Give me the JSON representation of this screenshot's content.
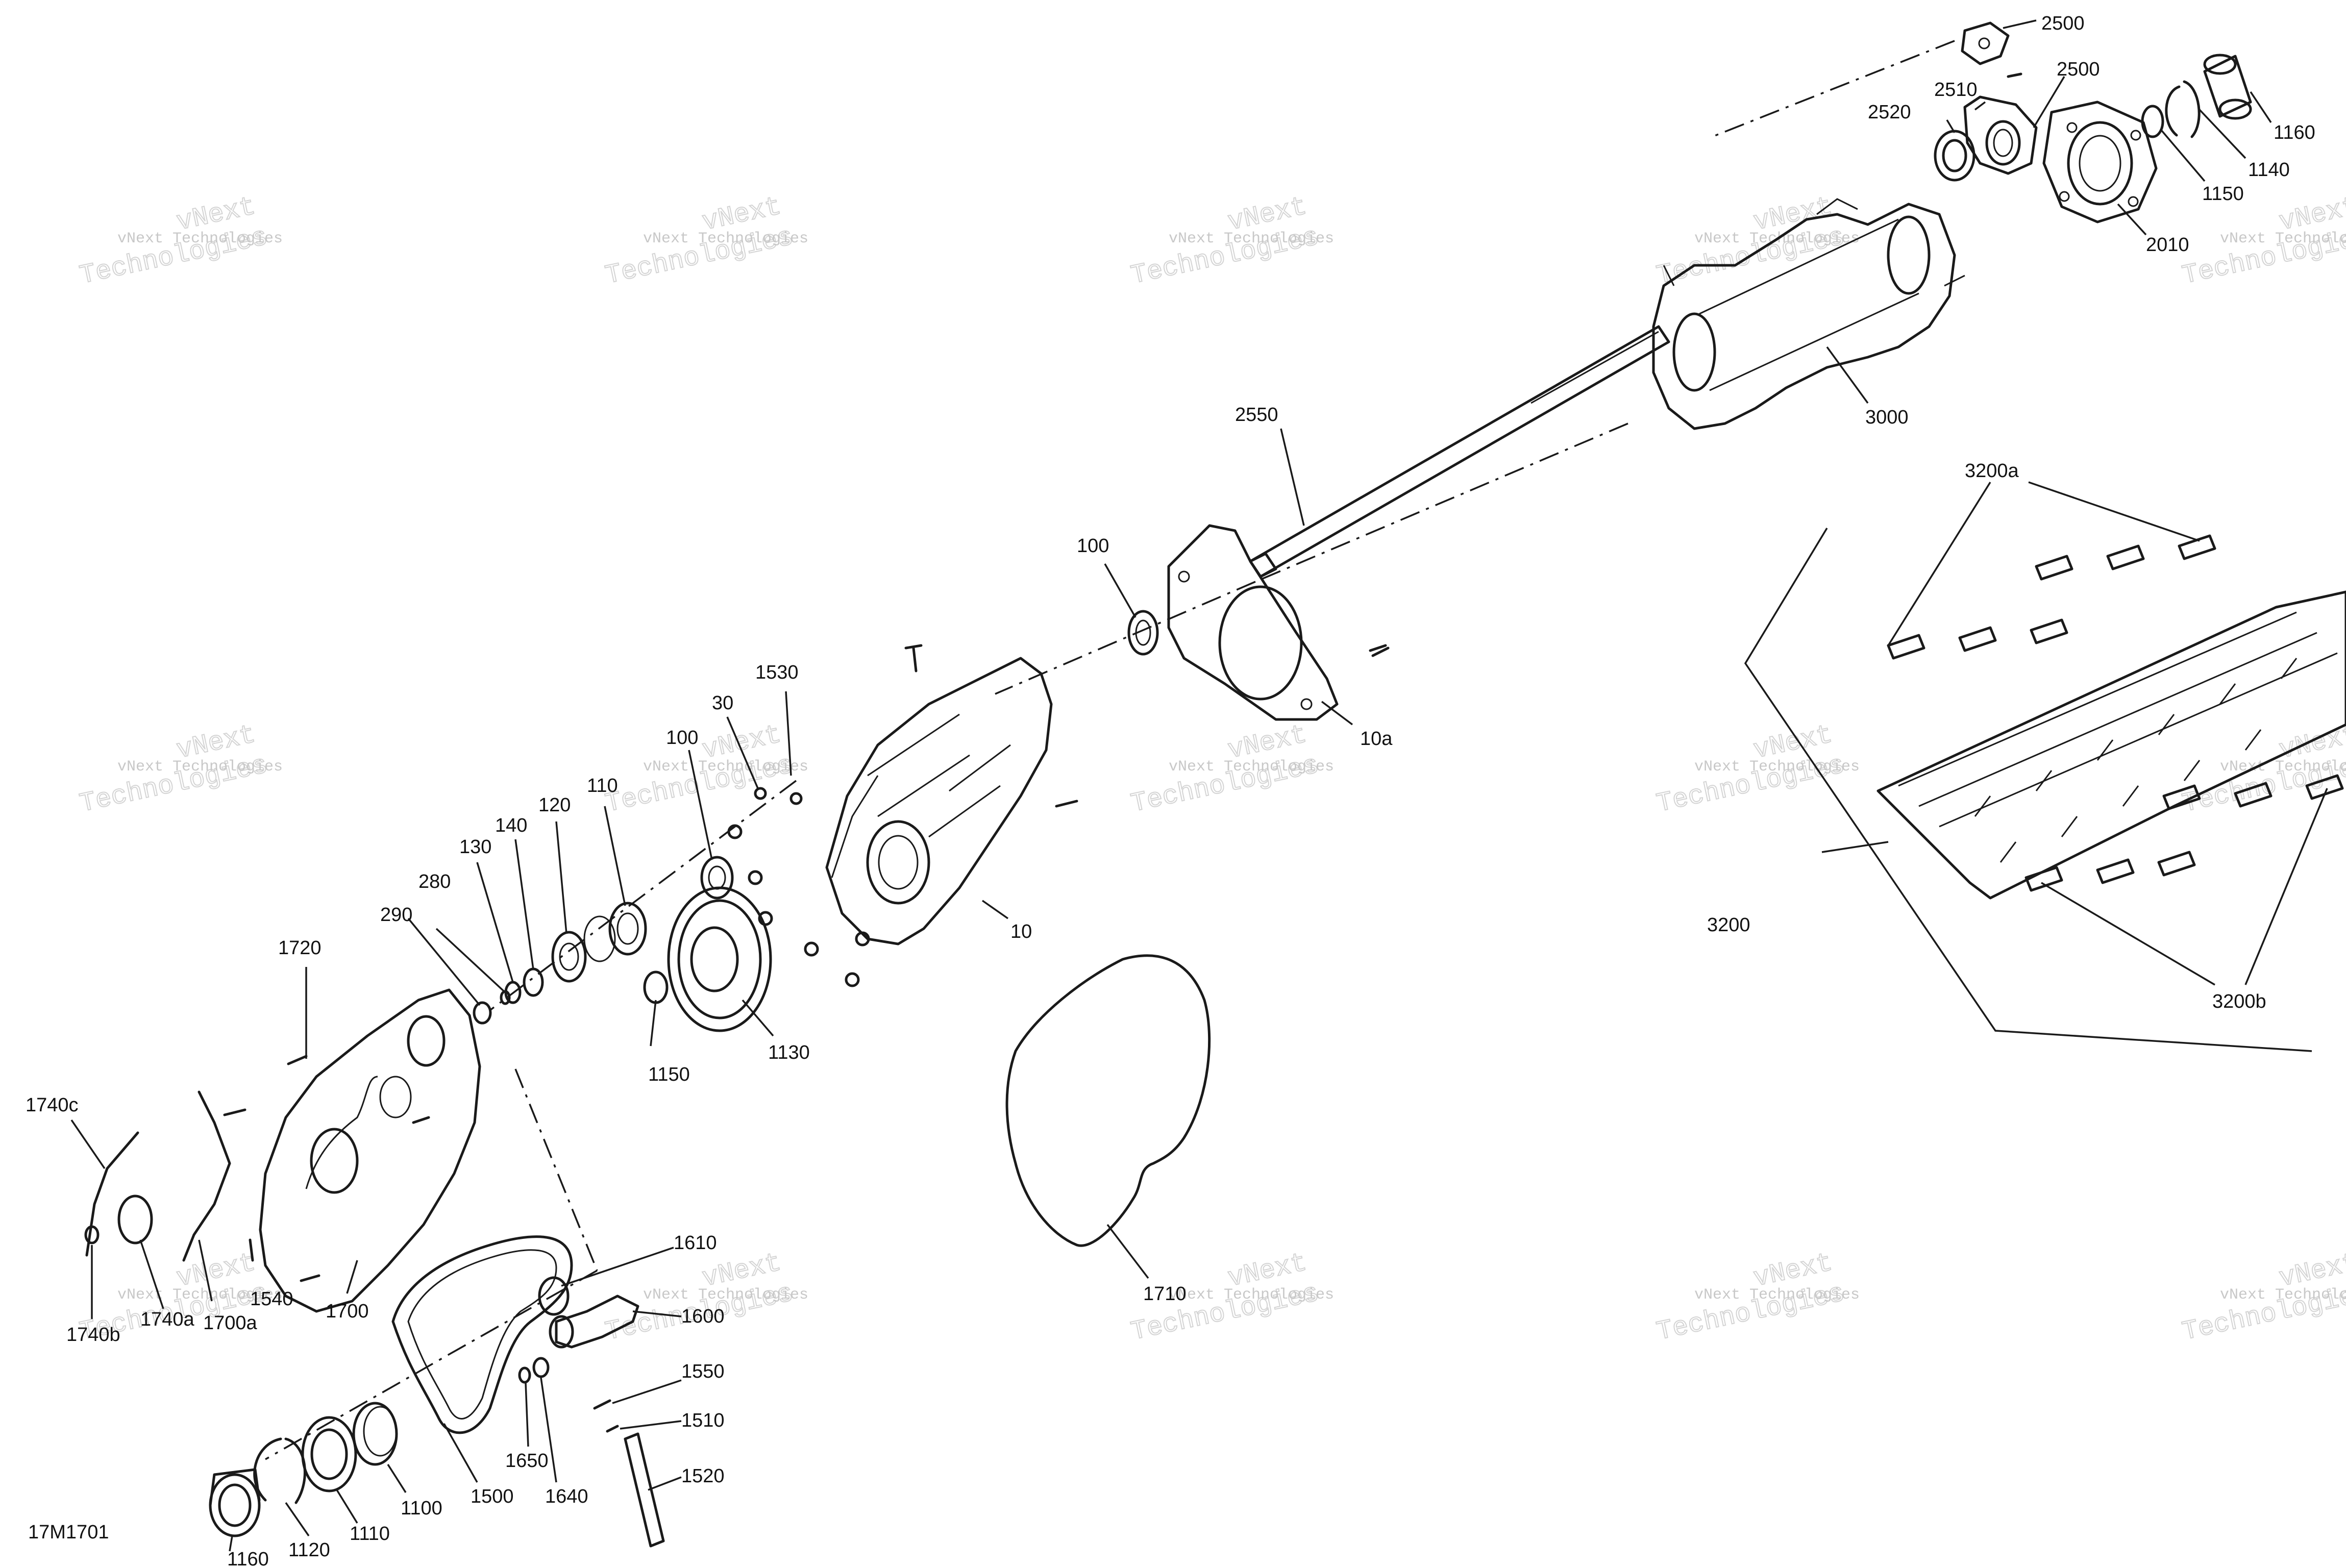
{
  "watermark": {
    "line1": "vNext Technologies",
    "line2": "vNext",
    "line3": "Technologies"
  },
  "figure_code": "17M1701",
  "callouts": [
    {
      "id": "c2500a",
      "label": "2500"
    },
    {
      "id": "c2500b",
      "label": "2500"
    },
    {
      "id": "c2510",
      "label": "2510"
    },
    {
      "id": "c2520",
      "label": "2520"
    },
    {
      "id": "c1160a",
      "label": "1160"
    },
    {
      "id": "c1140",
      "label": "1140"
    },
    {
      "id": "c1150a",
      "label": "1150"
    },
    {
      "id": "c2010",
      "label": "2010"
    },
    {
      "id": "c3000",
      "label": "3000"
    },
    {
      "id": "c2550",
      "label": "2550"
    },
    {
      "id": "c3200a",
      "label": "3200a"
    },
    {
      "id": "c100a",
      "label": "100"
    },
    {
      "id": "c10a",
      "label": "10a"
    },
    {
      "id": "c1530",
      "label": "1530"
    },
    {
      "id": "c30",
      "label": "30"
    },
    {
      "id": "c100b",
      "label": "100"
    },
    {
      "id": "c110",
      "label": "110"
    },
    {
      "id": "c120",
      "label": "120"
    },
    {
      "id": "c140",
      "label": "140"
    },
    {
      "id": "c130",
      "label": "130"
    },
    {
      "id": "c280",
      "label": "280"
    },
    {
      "id": "c290",
      "label": "290"
    },
    {
      "id": "c10",
      "label": "10"
    },
    {
      "id": "c3200",
      "label": "3200"
    },
    {
      "id": "c3200b",
      "label": "3200b"
    },
    {
      "id": "c1720",
      "label": "1720"
    },
    {
      "id": "c1150b",
      "label": "1150"
    },
    {
      "id": "c1130",
      "label": "1130"
    },
    {
      "id": "c1740c",
      "label": "1740c"
    },
    {
      "id": "c1710",
      "label": "1710"
    },
    {
      "id": "c1610",
      "label": "1610"
    },
    {
      "id": "c1600",
      "label": "1600"
    },
    {
      "id": "c1540",
      "label": "1540"
    },
    {
      "id": "c1740b",
      "label": "1740b"
    },
    {
      "id": "c1740a",
      "label": "1740a"
    },
    {
      "id": "c1700a",
      "label": "1700a"
    },
    {
      "id": "c1700",
      "label": "1700"
    },
    {
      "id": "c1550",
      "label": "1550"
    },
    {
      "id": "c1510",
      "label": "1510"
    },
    {
      "id": "c1520",
      "label": "1520"
    },
    {
      "id": "c1650",
      "label": "1650"
    },
    {
      "id": "c1640",
      "label": "1640"
    },
    {
      "id": "c1500",
      "label": "1500"
    },
    {
      "id": "c1100",
      "label": "1100"
    },
    {
      "id": "c1110",
      "label": "1110"
    },
    {
      "id": "c1120",
      "label": "1120"
    },
    {
      "id": "c1160b",
      "label": "1160"
    }
  ]
}
